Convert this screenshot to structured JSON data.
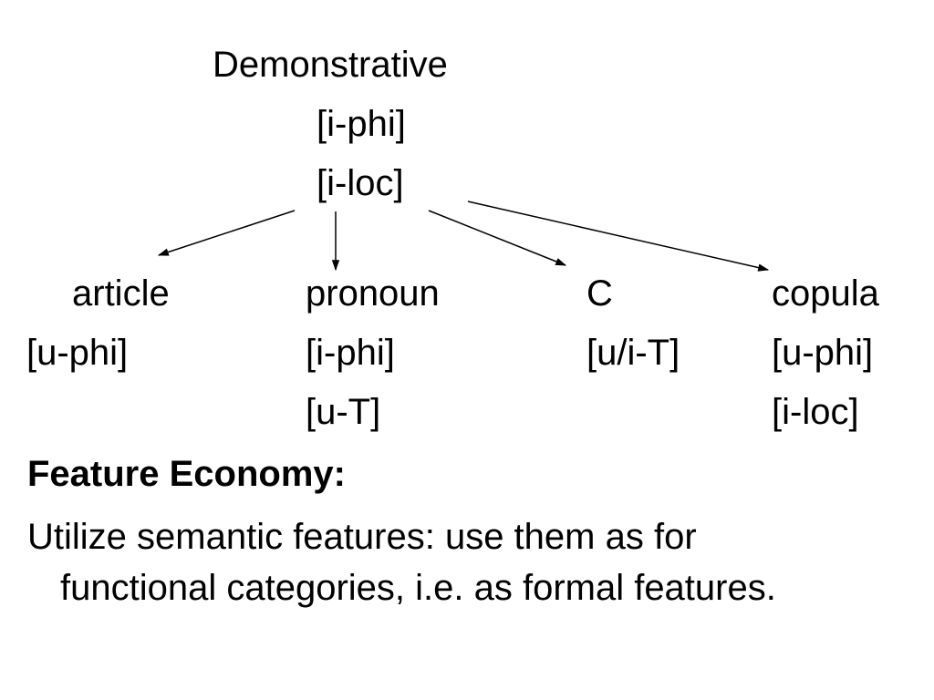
{
  "root": {
    "label": "Demonstrative",
    "features": [
      "[i-phi]",
      "[i-loc]"
    ]
  },
  "targets": [
    {
      "label": "article",
      "features": [
        "[u-phi]"
      ]
    },
    {
      "label": "pronoun",
      "features": [
        "[i-phi]",
        "[u-T]"
      ]
    },
    {
      "label": "C",
      "features": [
        "[u/i-T]"
      ]
    },
    {
      "label": "copula",
      "features": [
        "[u-phi]",
        "[i-loc]"
      ]
    }
  ],
  "heading": "Feature Economy:",
  "body_line1": "Utilize semantic features: use them as for",
  "body_line2": "functional categories, i.e. as formal features."
}
